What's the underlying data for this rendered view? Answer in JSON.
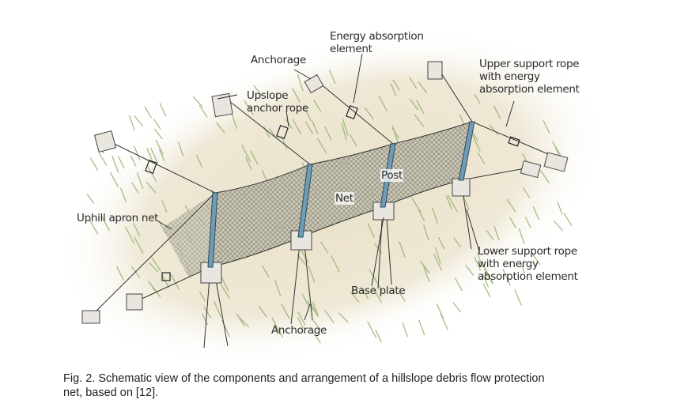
{
  "labels": {
    "energy_absorption": "Energy absorption\nelement",
    "energy_absorption_l1": "Energy absorption",
    "energy_absorption_l2": "element",
    "anchorage_top": "Anchorage",
    "upslope_l1": "Upslope",
    "upslope_l2": "anchor rope",
    "upper_l1": "Upper support rope",
    "upper_l2": "with energy",
    "upper_l3": "absorption element",
    "apron": "Uphill apron net",
    "net": "Net",
    "post": "Post",
    "lower_l1": "Lower support rope",
    "lower_l2": "with energy",
    "lower_l3": "absorption element",
    "base_plate": "Base plate",
    "anchorage_bottom": "Anchorage"
  },
  "caption": {
    "line1": "Fig. 2. Schematic view of the components and arrangement of a hillslope debris flow protection",
    "line2": "net, based on [12]."
  },
  "colors": {
    "ground": "#efe6d2",
    "grass": "#8fae6a",
    "post": "#6f9bb5",
    "net": "#9a9a8c",
    "ink": "#2b2b2b"
  }
}
